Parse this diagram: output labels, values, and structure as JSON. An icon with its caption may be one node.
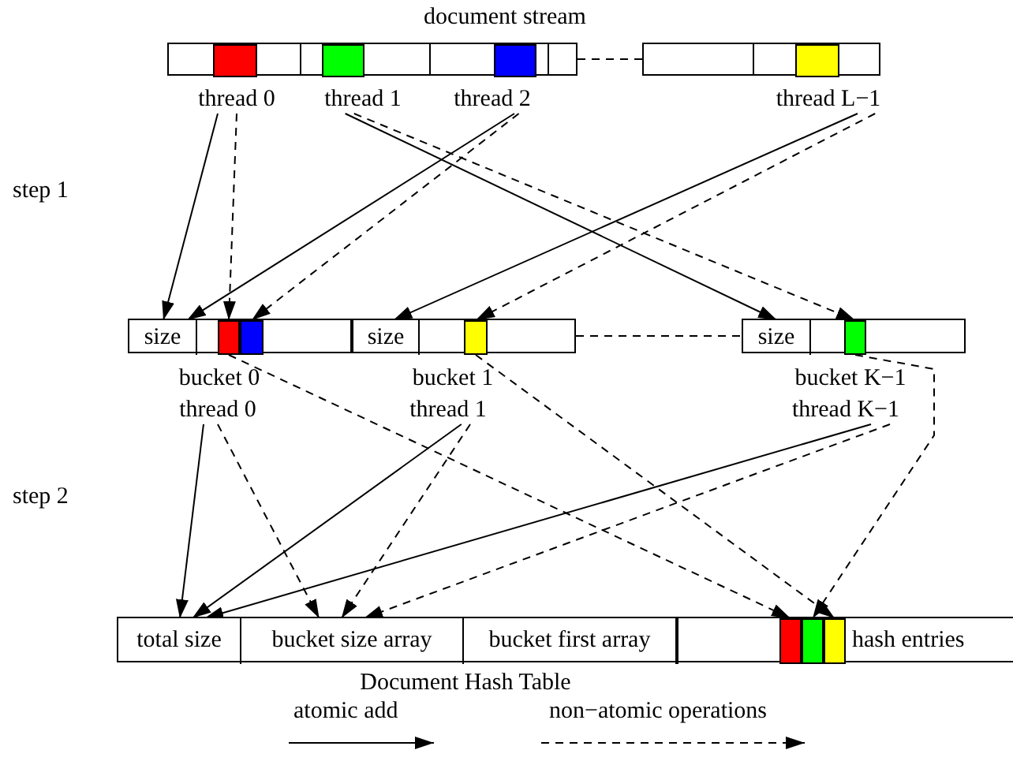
{
  "diagram": {
    "nodes": [
      {
        "text": [
          "document stream"
        ]
      },
      {
        "text": [],
        "shape": "box"
      },
      {
        "text": [],
        "shape": "box",
        "in": 0
      },
      {
        "text": [],
        "shape": "box",
        "in": 0
      },
      {
        "text": [],
        "shape": "box",
        "in": 0
      },
      {
        "text": [],
        "shape": "box",
        "in": 1
      },
      {
        "text": [
          "thread 0"
        ]
      },
      {
        "text": [
          "thread 1"
        ]
      },
      {
        "text": [
          "thread 2"
        ]
      },
      {
        "text": [
          "thread L−1"
        ]
      },
      {
        "text": [
          "bucket 0"
        ]
      },
      {
        "text": [
          "size"
        ],
        "in": 10
      },
      {
        "text": [],
        "shape": "box",
        "in": 10
      },
      {
        "text": [],
        "shape": "box",
        "in": 10
      },
      {
        "text": [
          "bucket 1"
        ]
      },
      {
        "text": [
          "size"
        ],
        "in": 14
      },
      {
        "text": [],
        "shape": "box",
        "in": 14
      },
      {
        "text": [
          "bucket K−1"
        ]
      },
      {
        "text": [
          "size"
        ],
        "in": 17
      },
      {
        "text": [],
        "shape": "box",
        "in": 17
      },
      {
        "text": [
          "thread 0"
        ]
      },
      {
        "text": [
          "thread 1"
        ]
      },
      {
        "text": [
          "thread K−1"
        ]
      },
      {
        "text": [
          "Document Hash Table"
        ]
      },
      {
        "text": [
          "total size"
        ],
        "in": 23
      },
      {
        "text": [
          "bucket size array"
        ],
        "in": 23
      },
      {
        "text": [
          "bucket first array"
        ],
        "in": 23
      },
      {
        "text": [
          "hash entries"
        ],
        "in": 23
      },
      {
        "text": [],
        "shape": "box",
        "in": 27
      },
      {
        "text": [],
        "shape": "box",
        "in": 27
      },
      {
        "text": [],
        "shape": "box",
        "in": 27
      }
    ],
    "edges": [
      {
        "from": 0,
        "to": 1,
        "arrow": "none",
        "style": "dashed"
      },
      {
        "from": 14,
        "to": 17,
        "arrow": "none",
        "style": "dashed"
      },
      {
        "from": 6,
        "to": 11,
        "arrow": "to"
      },
      {
        "from": 6,
        "to": 12,
        "arrow": "to",
        "style": "dashed"
      },
      {
        "from": 7,
        "to": 18,
        "arrow": "to"
      },
      {
        "from": 7,
        "to": 19,
        "arrow": "to",
        "style": "dashed"
      },
      {
        "from": 8,
        "to": 11,
        "arrow": "to"
      },
      {
        "from": 8,
        "to": 13,
        "arrow": "to",
        "style": "dashed"
      },
      {
        "from": 9,
        "to": 15,
        "arrow": "to"
      },
      {
        "from": 9,
        "to": 16,
        "arrow": "to",
        "style": "dashed"
      },
      {
        "from": 20,
        "to": 24,
        "arrow": "to"
      },
      {
        "from": 20,
        "to": 25,
        "arrow": "to",
        "style": "dashed"
      },
      {
        "from": 21,
        "to": 24,
        "arrow": "to"
      },
      {
        "from": 21,
        "to": 25,
        "arrow": "to",
        "style": "dashed"
      },
      {
        "from": 22,
        "to": 24,
        "arrow": "to"
      },
      {
        "from": 22,
        "to": 25,
        "arrow": "to",
        "style": "dashed"
      },
      {
        "from": 12,
        "to": 28,
        "arrow": "to",
        "style": "dashed"
      },
      {
        "from": 16,
        "to": 30,
        "arrow": "to",
        "style": "dashed"
      },
      {
        "from": 19,
        "to": 29,
        "arrow": "to",
        "style": "dashed"
      }
    ],
    "labels": [
      "step 1",
      "step 2"
    ],
    "legend": [
      {
        "text": "atomic add"
      },
      {
        "text": "non−atomic operations"
      }
    ]
  }
}
